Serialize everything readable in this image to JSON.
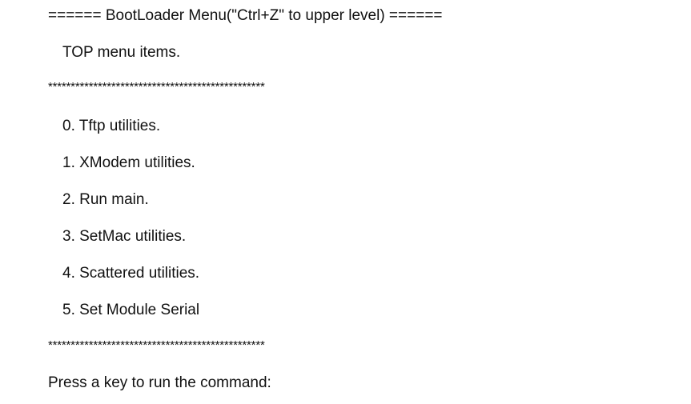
{
  "menu": {
    "header": "====== BootLoader Menu(\"Ctrl+Z\" to upper level) ======",
    "subtitle": "TOP menu items.",
    "separator_top": "************************************************",
    "items": [
      "0. Tftp utilities.",
      "1. XModem utilities.",
      "2. Run main.",
      "3. SetMac utilities.",
      "4. Scattered utilities.",
      "5. Set Module Serial"
    ],
    "separator_bottom": "************************************************",
    "prompt": "Press a key to run the command:"
  }
}
